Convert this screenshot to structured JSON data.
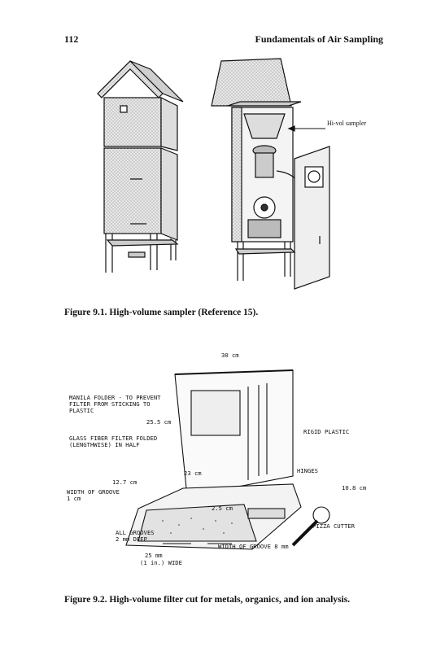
{
  "header": {
    "page_number": "112",
    "running_title": "Fundamentals of Air Sampling"
  },
  "figure1": {
    "label": "Hi-vol sampler",
    "caption": "Figure 9.1.  High-volume sampler (Reference 15)."
  },
  "figure2": {
    "labels": {
      "top_width": "30 cm",
      "manila": [
        "MANILA FOLDER - TO PREVENT",
        "FILTER FROM STICKING TO",
        "PLASTIC"
      ],
      "dim_25_5": "25.5 cm",
      "glass": [
        "GLASS FIBER FILTER FOLDED",
        "(LENGTHWISE) IN HALF"
      ],
      "rigid": "RIGID PLASTIC",
      "dim_23": "23 cm",
      "hinges": "HINGES",
      "dim_12_7": "12.7 cm",
      "groove": [
        "WIDTH OF GROOVE",
        "1 cm"
      ],
      "dim_10_8": "10.8 cm",
      "dim_2_5": "2.5 cm",
      "all_grooves": [
        "ALL GROOVES",
        "2 mm DEEP"
      ],
      "pizza": "PIZZA CUTTER",
      "groove_8": "WIDTH OF GROOVE 8 mm",
      "dim_25mm": [
        "25 mm",
        "(1 in.) WIDE"
      ]
    },
    "caption": "Figure 9.2.  High-volume filter cut for metals, organics, and ion analysis."
  }
}
